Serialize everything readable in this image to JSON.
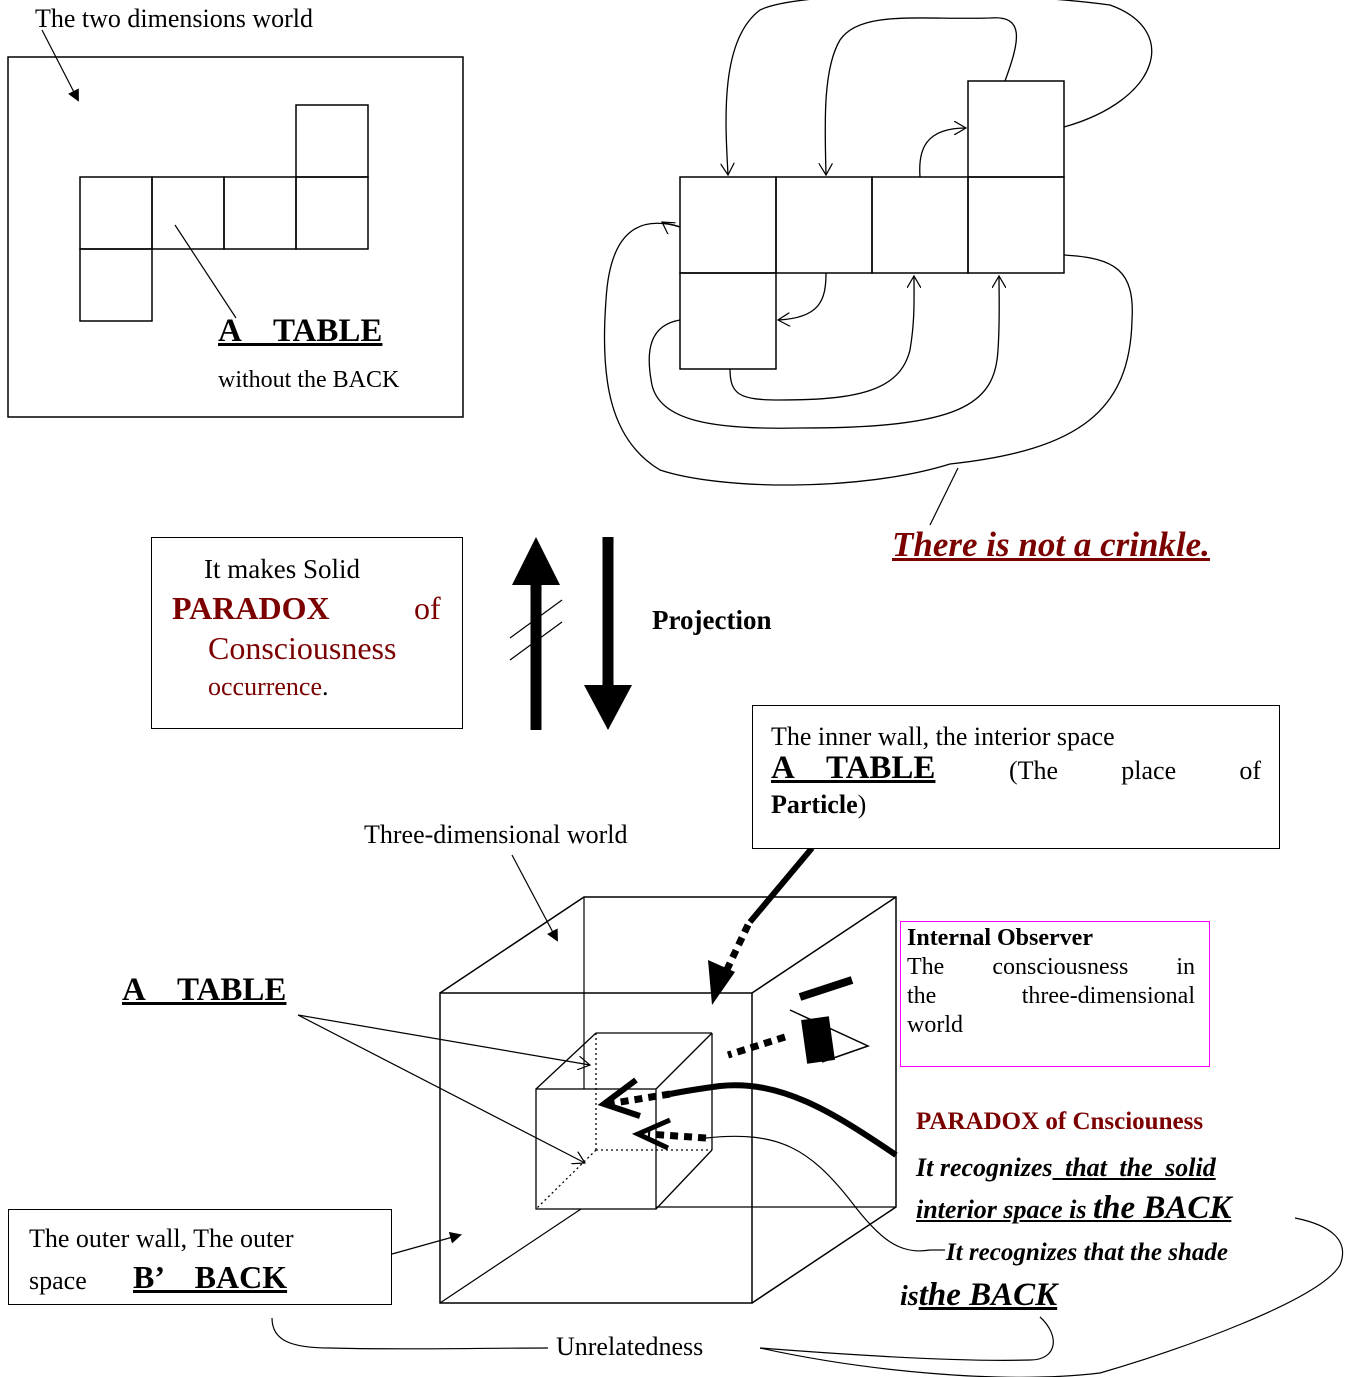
{
  "two_d": {
    "world_label": "The two dimensions world",
    "table_label": "A　TABLE",
    "without_back": "without the BACK"
  },
  "crinkle": "There is not a crinkle.",
  "paradox_box": {
    "line1": "It makes Solid",
    "paradox_word": "PARADOX",
    "of_word": "of",
    "consciousness": "Consciousness",
    "occurrence": "occurrence",
    "period": "."
  },
  "projection": "Projection",
  "inner_wall_box": {
    "line1": "The inner wall, the interior space",
    "table_label": "A　TABLE",
    "line2_rest": "(The place of",
    "particle": "Particle",
    "close_paren": ")"
  },
  "three_d": {
    "world_label": "Three-dimensional world",
    "table_label": "A　TABLE"
  },
  "observer_box": {
    "title": "Internal Observer",
    "line1": "The consciousness in",
    "line2": "the three-dimensional",
    "line3": "world",
    "border_color": "#ff00ff"
  },
  "paradox_cons": {
    "title": "PARADOX of Cnsciouness",
    "rec1_start": "It recognizes",
    "rec1_end": " that the solid",
    "rec1_line2": "interior space is ",
    "rec1_back": "the BACK",
    "rec2_line1": "It recognizes that the shade",
    "rec2_is": "is",
    "rec2_back": "the BACK"
  },
  "outer_wall_box": {
    "line1": "The outer wall, The outer",
    "space": "space",
    "back_label": "B’　BACK"
  },
  "unrelatedness": "Unrelatedness",
  "colors": {
    "dark_red": "#7b0000",
    "magenta": "#ff00ff"
  }
}
